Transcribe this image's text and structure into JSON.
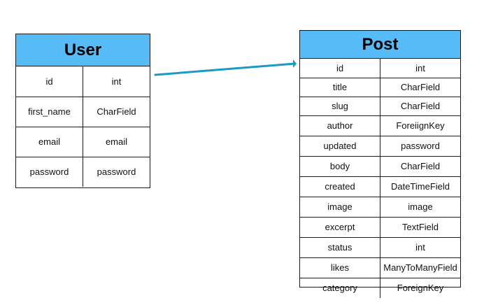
{
  "entities": {
    "user": {
      "title": "User",
      "fields": [
        {
          "name": "id",
          "type": "int"
        },
        {
          "name": "first_name",
          "type": "CharField"
        },
        {
          "name": "email",
          "type": "email"
        },
        {
          "name": "password",
          "type": "password"
        }
      ]
    },
    "post": {
      "title": "Post",
      "fields": [
        {
          "name": "id",
          "type": "int"
        },
        {
          "name": "title",
          "type": "CharField"
        },
        {
          "name": "slug",
          "type": "CharField"
        },
        {
          "name": "author",
          "type": "ForeiignKey"
        },
        {
          "name": "updated",
          "type": "password"
        },
        {
          "name": "body",
          "type": "CharField"
        },
        {
          "name": "created",
          "type": "DateTimeField"
        },
        {
          "name": "image",
          "type": "image"
        },
        {
          "name": "excerpt",
          "type": "TextField"
        },
        {
          "name": "status",
          "type": "int"
        },
        {
          "name": "likes",
          "type": "ManyToManyField"
        },
        {
          "name": "category",
          "type": "ForeignKey"
        }
      ]
    }
  },
  "colors": {
    "header": "#56bbf7",
    "connector": "#1a9bc7",
    "border": "#1a1a1a"
  }
}
